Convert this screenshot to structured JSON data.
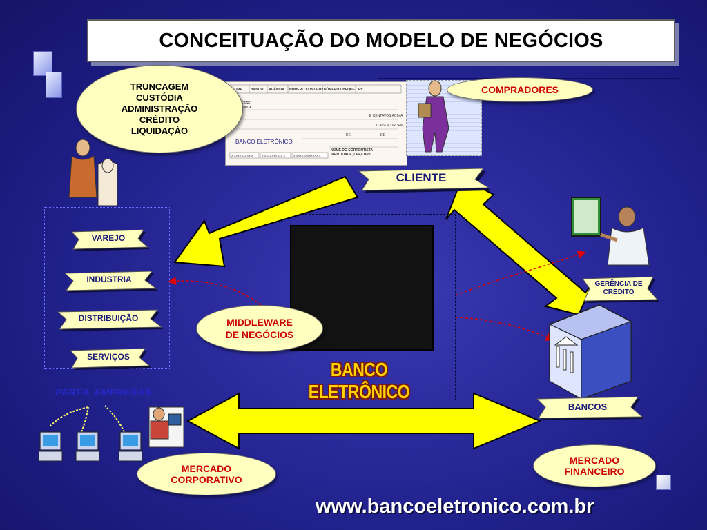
{
  "title": "CONCEITUAÇÃO DO MODELO DE NEGÓCIOS",
  "processes": {
    "lines": [
      "TRUNCAGEM",
      "CUSTÓDIA",
      "ADMINISTRAÇÃO",
      "CRÉDITO",
      "LIQUIDAÇÀO"
    ]
  },
  "compradores": "COMPRADORES",
  "cliente": "CLIENTE",
  "segments": [
    "VAREJO",
    "INDÚSTRIA",
    "DISTRIBUIÇÃO",
    "SERVIÇOS"
  ],
  "perfil_empresas": "PERFIL EMPRESAS",
  "middleware": {
    "line1": "MIDDLEWARE",
    "line2": "DE NEGÓCIOS"
  },
  "banco_eletronico": "BANCO ELETRÔNICO",
  "gerencia_credito": {
    "line1": "GERÊNCIA DE",
    "line2": "CRÉDITO"
  },
  "bancos": "BANCOS",
  "mercado_corporativo": {
    "line1": "MERCADO",
    "line2": "CORPORATIVO"
  },
  "mercado_financeiro": {
    "line1": "MERCADO",
    "line2": "FINANCEIRO"
  },
  "website": "www.bancoeletronico.com.br",
  "check": {
    "bank_name": "BANCO ELETRÔNICO",
    "headers": [
      "COMP",
      "BANCO",
      "AGÊNCIA",
      "NÚMERO CONTA-DV",
      "NÚMERO CHEQUE",
      "R$"
    ],
    "por_este": "POR ESSE",
    "a_quantia": "A QUANTIA",
    "centavos": "E CENTAVOS ACIMA",
    "ordem": "OU A SUA ORDEM,",
    "de1": "DE",
    "de2": "DE",
    "nome": "NOME DO CORRENTISTA",
    "identidade": "IDENTIDADE, CPF,CNPJ",
    "codes": [
      "X XXXXXXXXX X",
      "X XXXXXXXXXX X",
      "X XXXXXXXXXXXX X"
    ]
  },
  "colors": {
    "background": "#2a2a9c",
    "ellipse_fill": "#ffffc0",
    "arrow_yellow": "#ffff00",
    "highlight_red": "#cc0000",
    "badge_text": "#1a1a78",
    "banco_text": "#ffd400"
  },
  "icons": [
    "check-document",
    "buyer-figure",
    "business-people",
    "manager-figure",
    "bank-building",
    "globe-computers",
    "client-computer",
    "operator-figure"
  ]
}
